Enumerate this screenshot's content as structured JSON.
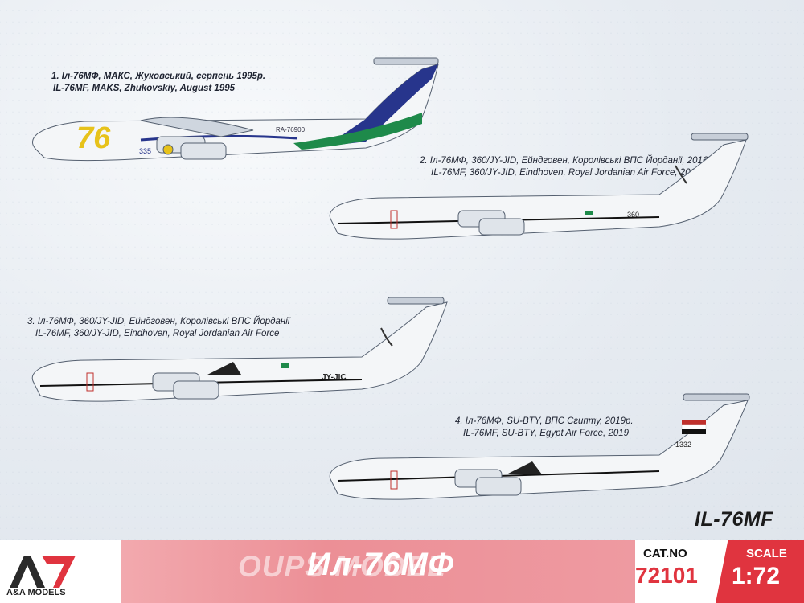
{
  "profiles": [
    {
      "line1": "1. Іл-76МФ, МАКС, Жуковський, серпень 1995р.",
      "line2": "IL-76MF, MAKS, Zhukovskiy, August 1995"
    },
    {
      "line1": "2. Іл-76МФ, 360/JY-JID, Ейндговен, Королівські ВПС Йорданії, 2016р.",
      "line2": "IL-76MF, 360/JY-JID, Eindhoven, Royal Jordanian Air Force, 2016"
    },
    {
      "line1": "3. Іл-76МФ, 360/JY-JID, Ейндговен, Королівські ВПС Йорданії",
      "line2": "IL-76MF, 360/JY-JID, Eindhoven, Royal Jordanian Air Force"
    },
    {
      "line1": "4. Іл-76МФ, SU-BTY, ВПС Єгипту, 2019р.",
      "line2": "IL-76MF, SU-BTY, Egypt Air Force, 2019"
    }
  ],
  "markings": {
    "p1_big": "76",
    "p1_reg": "RA-76900",
    "p1_num": "335",
    "p2_num": "360",
    "p3_reg": "JY-JIC",
    "p4_num": "1332"
  },
  "model_name": "IL-76MF",
  "banner_title": "Ил-76МФ",
  "watermark": "OUPS MODEL",
  "brand": "A&A MODELS",
  "cat_label": "CAT.NO",
  "cat_no": "72101",
  "scale_label": "SCALE",
  "scale_value": "1:72",
  "colors": {
    "accent_red": "#e0343f",
    "banner_pink": "#ee9aa1",
    "stripe_blue": "#27358c",
    "stripe_green": "#1e8a4a",
    "yellow": "#e7c21a"
  }
}
